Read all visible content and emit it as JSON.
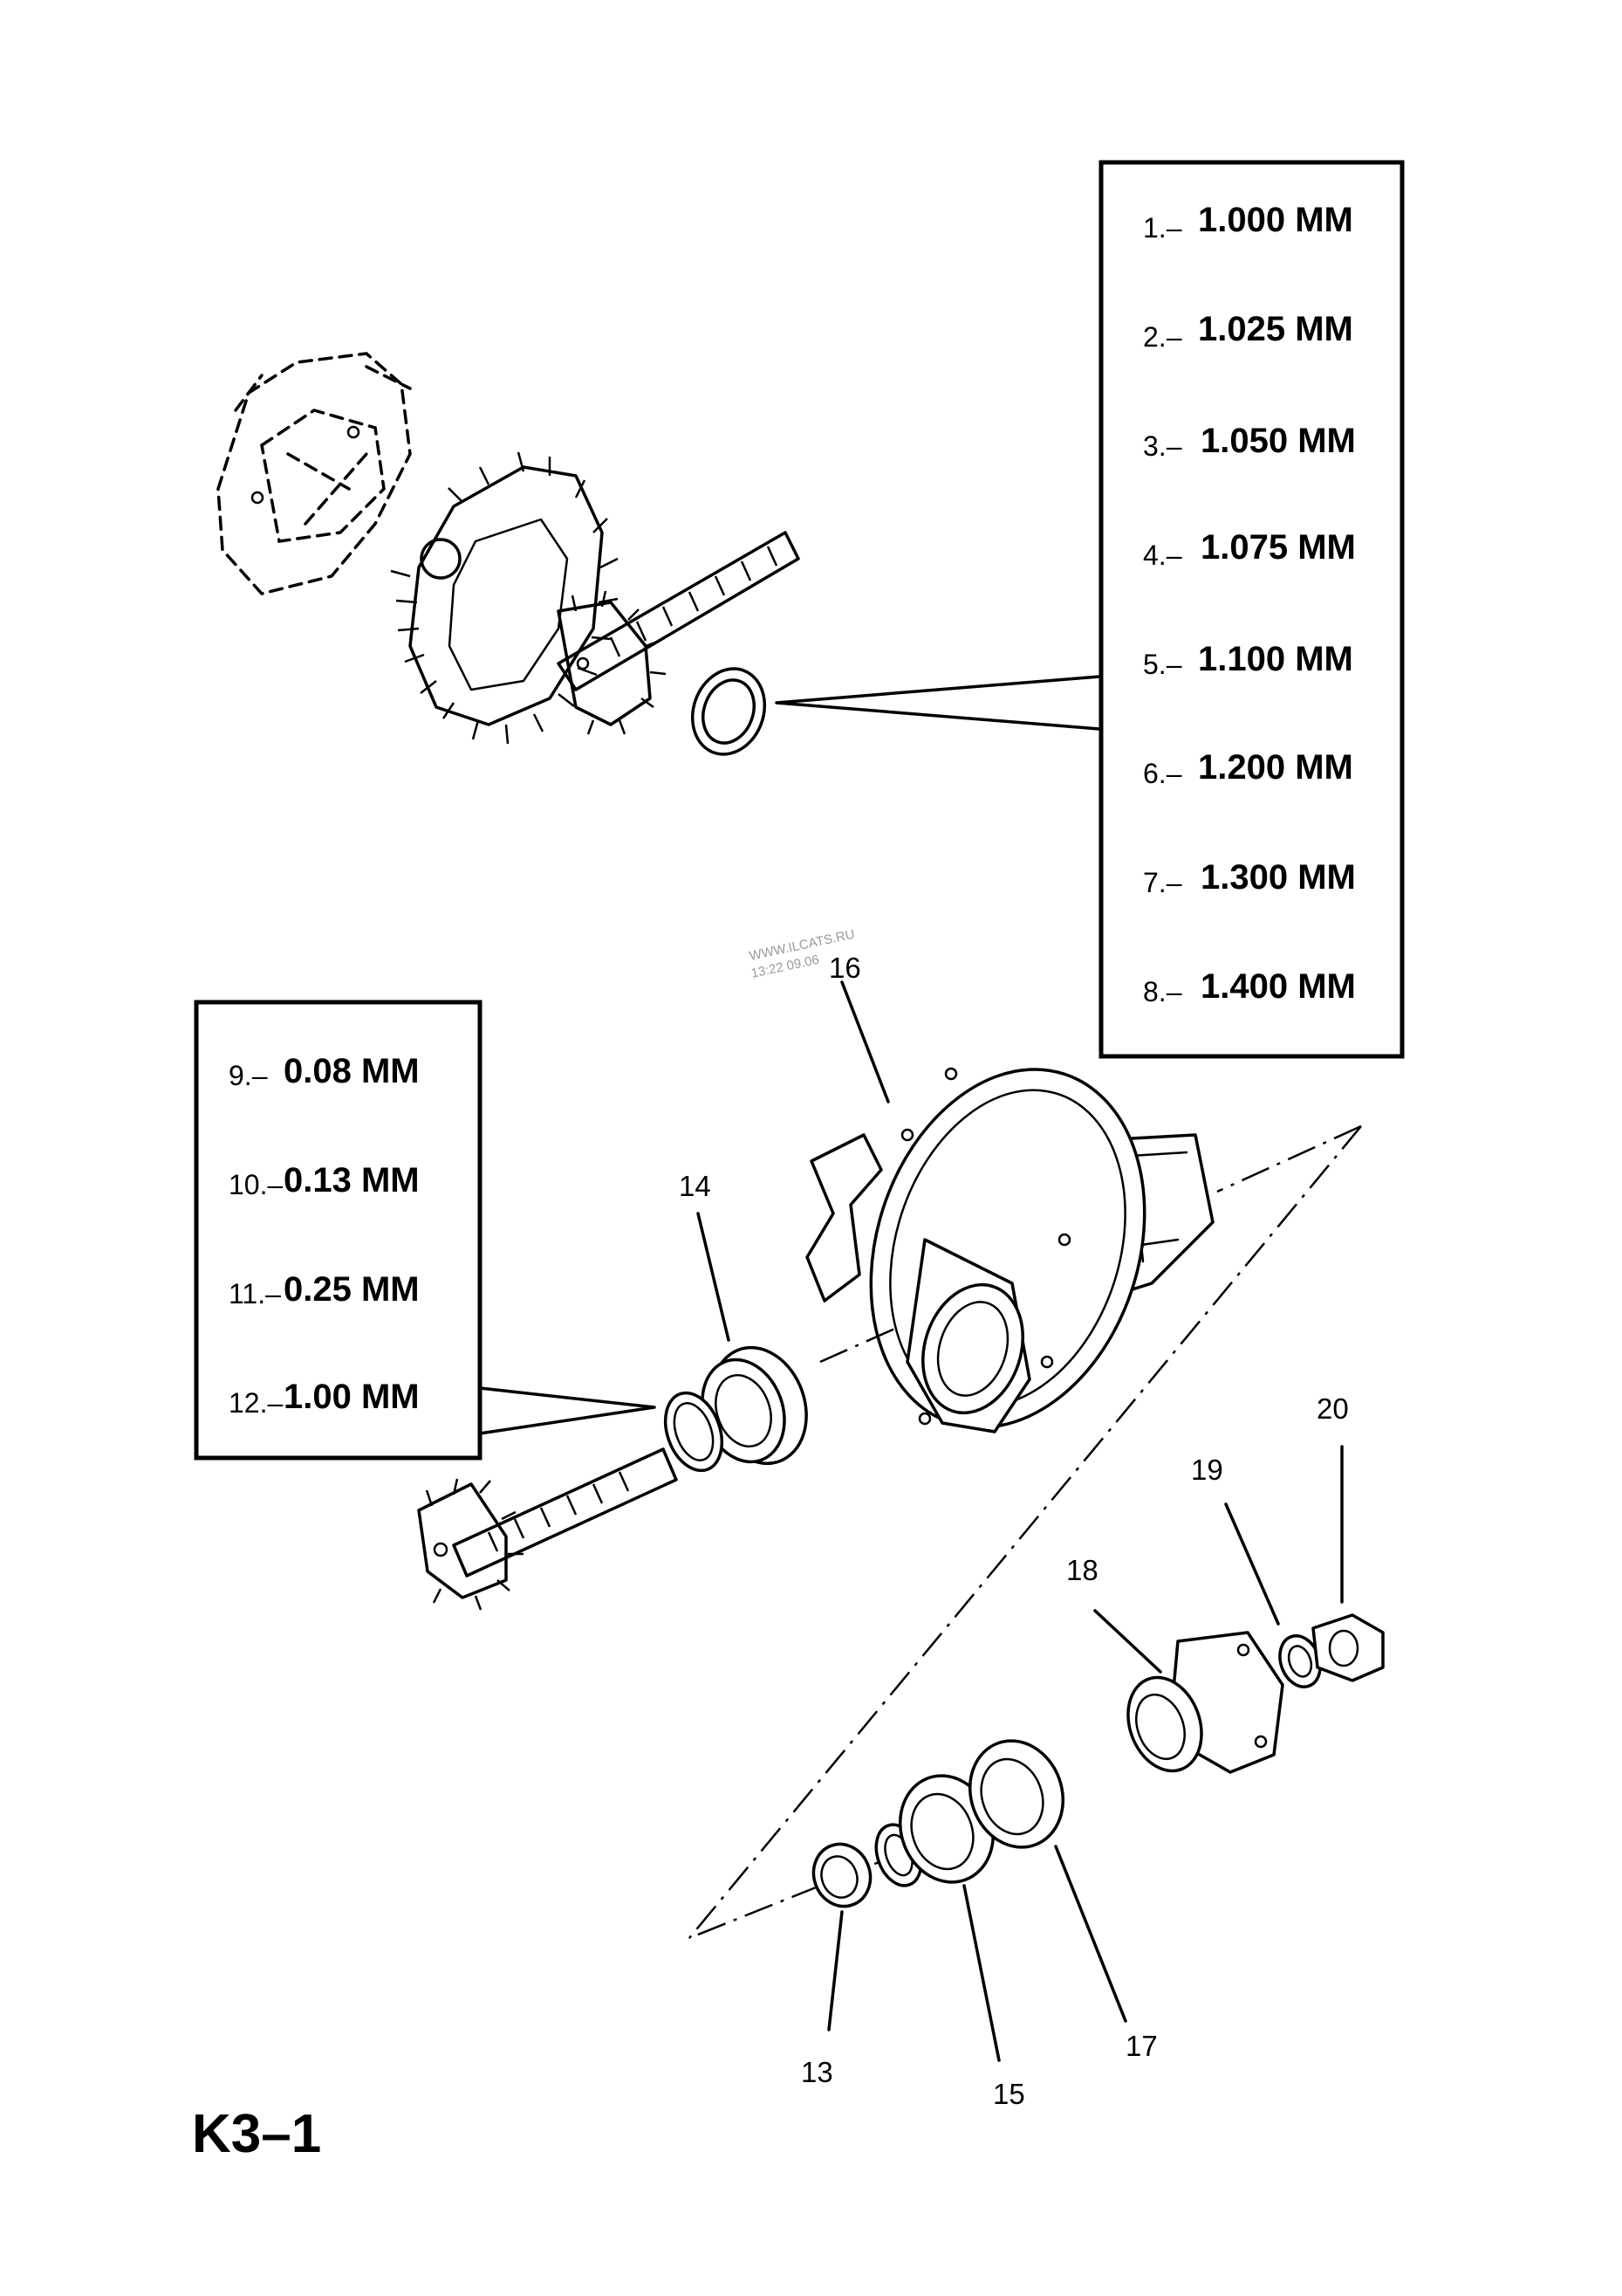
{
  "page_code": "K3–1",
  "watermark": [
    "WWW.ILCATS.RU",
    "13:22 09.06"
  ],
  "callouts": {
    "c13": "13",
    "c14": "14",
    "c15": "15",
    "c16": "16",
    "c17": "17",
    "c18": "18",
    "c19": "19",
    "c20": "20"
  },
  "shim_sizes_upper": [
    {
      "num": "1.–",
      "value": "1.000 MM"
    },
    {
      "num": "2.–",
      "value": "1.025 MM"
    },
    {
      "num": "3.–",
      "value": "1.050 MM"
    },
    {
      "num": "4.–",
      "value": "1.075 MM"
    },
    {
      "num": "5.–",
      "value": "1.100 MM"
    },
    {
      "num": "6.–",
      "value": "1.200 MM"
    },
    {
      "num": "7.–",
      "value": "1.300 MM"
    },
    {
      "num": "8.–",
      "value": "1.400 MM"
    }
  ],
  "shim_sizes_lower": [
    {
      "num": "9.–",
      "value": "0.08 MM"
    },
    {
      "num": "10.–",
      "value": "0.13 MM"
    },
    {
      "num": "11.–",
      "value": "0.25 MM"
    },
    {
      "num": "12.–",
      "value": "1.00 MM"
    }
  ]
}
